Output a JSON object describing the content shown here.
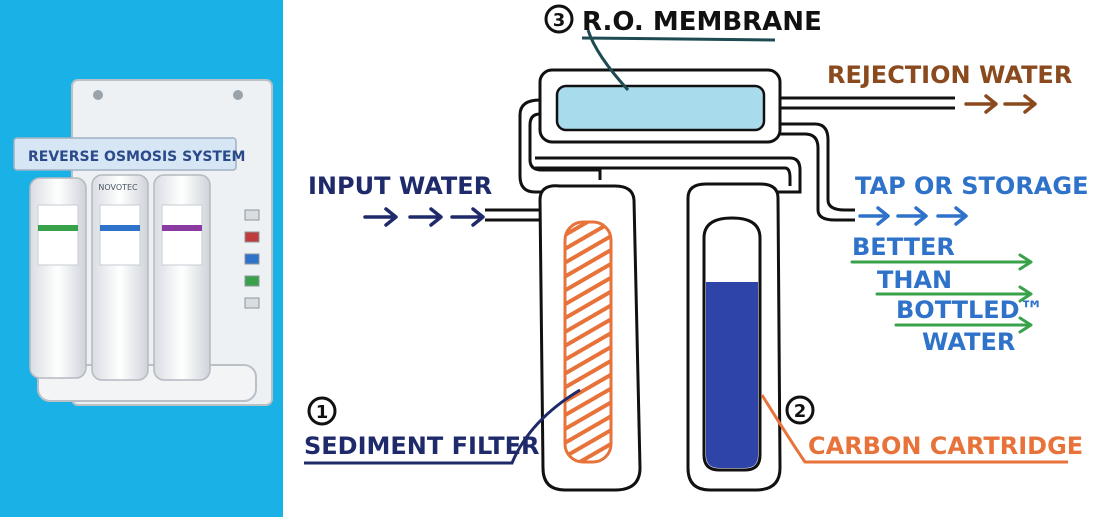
{
  "product": {
    "sign_text": "REVERSE OSMOSIS SYSTEM",
    "brand_text": "NOVOTEC"
  },
  "diagram": {
    "membrane": {
      "number": "3",
      "label": "R.O. MEMBRANE"
    },
    "rejection_label": "REJECTION WATER",
    "input_label": "INPUT WATER",
    "tap_label": "TAP OR STORAGE",
    "better_lines": [
      "BETTER",
      "THAN",
      "BOTTLED™",
      "WATER"
    ],
    "sediment": {
      "number": "1",
      "label": "SEDIMENT FILTER"
    },
    "carbon": {
      "number": "2",
      "label": "CARBON CARTRIDGE"
    }
  },
  "colors": {
    "panel_blue": "#1ab1e6",
    "navy": "#1f2a6b",
    "brown": "#8a4a1e",
    "tap_blue": "#2e72c9",
    "green": "#3aa14b",
    "orange": "#e8733a",
    "cartridge_blue": "#2f44a8",
    "membrane_fill": "#a8dcec",
    "teal": "#1e4a52",
    "outline": "#111111"
  }
}
